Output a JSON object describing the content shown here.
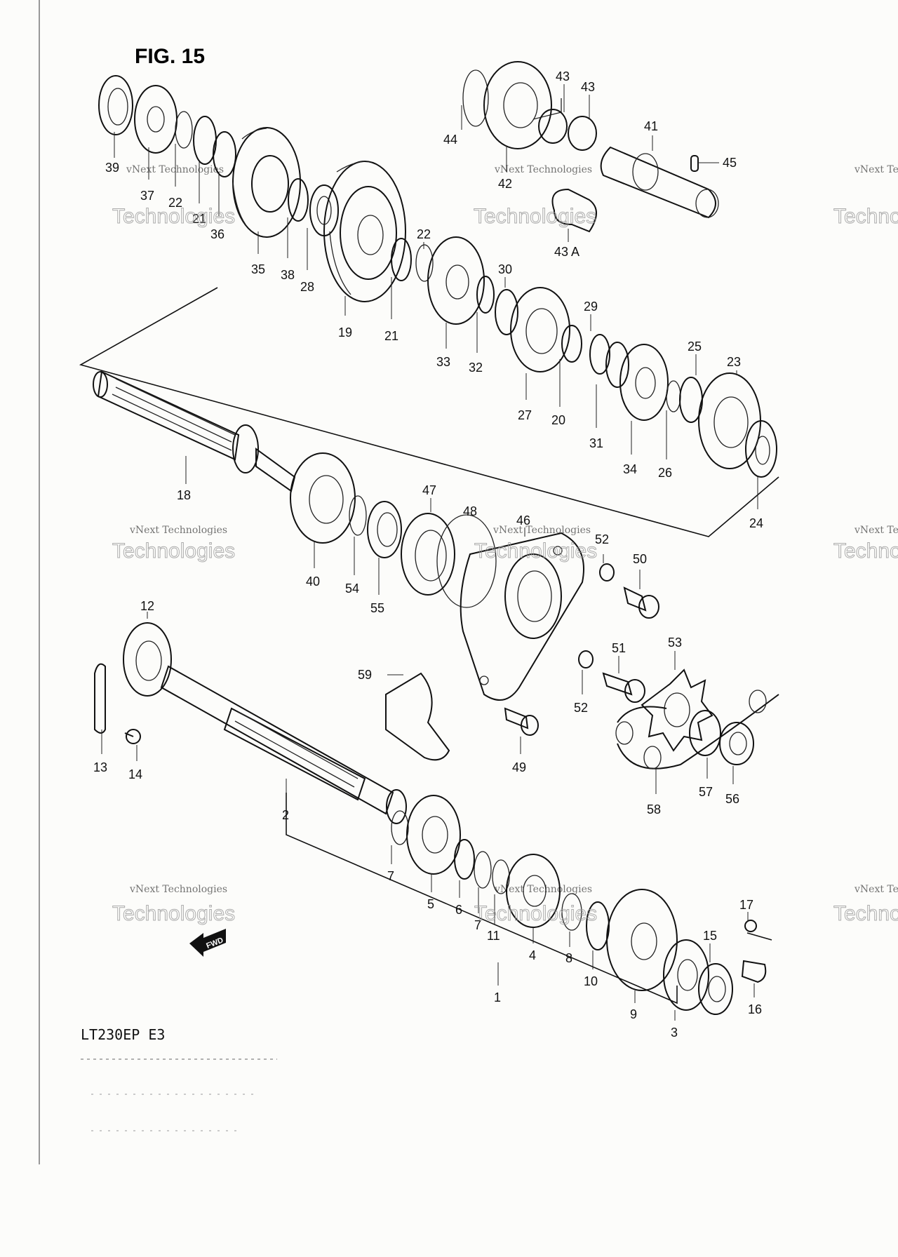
{
  "figure_title": "FIG. 15",
  "model_code": "LT230EP  E3",
  "fwd_label": "FWD",
  "watermark": {
    "line1": "vNext Technologies",
    "line2": "Technologies"
  },
  "callouts": [
    {
      "id": "c39",
      "label": "39"
    },
    {
      "id": "c37",
      "label": "37"
    },
    {
      "id": "c22a",
      "label": "22"
    },
    {
      "id": "c21a",
      "label": "21"
    },
    {
      "id": "c36",
      "label": "36"
    },
    {
      "id": "c35",
      "label": "35"
    },
    {
      "id": "c38",
      "label": "38"
    },
    {
      "id": "c28",
      "label": "28"
    },
    {
      "id": "c19",
      "label": "19"
    },
    {
      "id": "c21b",
      "label": "21"
    },
    {
      "id": "c22b",
      "label": "22"
    },
    {
      "id": "c33",
      "label": "33"
    },
    {
      "id": "c32",
      "label": "32"
    },
    {
      "id": "c30",
      "label": "30"
    },
    {
      "id": "c27",
      "label": "27"
    },
    {
      "id": "c20",
      "label": "20"
    },
    {
      "id": "c29",
      "label": "29"
    },
    {
      "id": "c31",
      "label": "31"
    },
    {
      "id": "c34",
      "label": "34"
    },
    {
      "id": "c26",
      "label": "26"
    },
    {
      "id": "c25",
      "label": "25"
    },
    {
      "id": "c23",
      "label": "23"
    },
    {
      "id": "c24",
      "label": "24"
    },
    {
      "id": "c44",
      "label": "44"
    },
    {
      "id": "c42",
      "label": "42"
    },
    {
      "id": "c43a",
      "label": "43"
    },
    {
      "id": "c43b",
      "label": "43"
    },
    {
      "id": "c41",
      "label": "41"
    },
    {
      "id": "c45",
      "label": "45"
    },
    {
      "id": "c43A",
      "label": "43 A"
    },
    {
      "id": "c18",
      "label": "18"
    },
    {
      "id": "c40",
      "label": "40"
    },
    {
      "id": "c54",
      "label": "54"
    },
    {
      "id": "c55",
      "label": "55"
    },
    {
      "id": "c47",
      "label": "47"
    },
    {
      "id": "c48",
      "label": "48"
    },
    {
      "id": "c46",
      "label": "46"
    },
    {
      "id": "c52a",
      "label": "52"
    },
    {
      "id": "c50",
      "label": "50"
    },
    {
      "id": "c51",
      "label": "51"
    },
    {
      "id": "c53",
      "label": "53"
    },
    {
      "id": "c52b",
      "label": "52"
    },
    {
      "id": "c59",
      "label": "59"
    },
    {
      "id": "c49",
      "label": "49"
    },
    {
      "id": "c57",
      "label": "57"
    },
    {
      "id": "c56",
      "label": "56"
    },
    {
      "id": "c58",
      "label": "58"
    },
    {
      "id": "c12",
      "label": "12"
    },
    {
      "id": "c13",
      "label": "13"
    },
    {
      "id": "c14",
      "label": "14"
    },
    {
      "id": "c2",
      "label": "2"
    },
    {
      "id": "c7a",
      "label": "7"
    },
    {
      "id": "c5",
      "label": "5"
    },
    {
      "id": "c6",
      "label": "6"
    },
    {
      "id": "c7b",
      "label": "7"
    },
    {
      "id": "c11",
      "label": "11"
    },
    {
      "id": "c4",
      "label": "4"
    },
    {
      "id": "c8",
      "label": "8"
    },
    {
      "id": "c10",
      "label": "10"
    },
    {
      "id": "c9",
      "label": "9"
    },
    {
      "id": "c3",
      "label": "3"
    },
    {
      "id": "c15",
      "label": "15"
    },
    {
      "id": "c17",
      "label": "17"
    },
    {
      "id": "c16",
      "label": "16"
    },
    {
      "id": "c1",
      "label": "1"
    }
  ]
}
